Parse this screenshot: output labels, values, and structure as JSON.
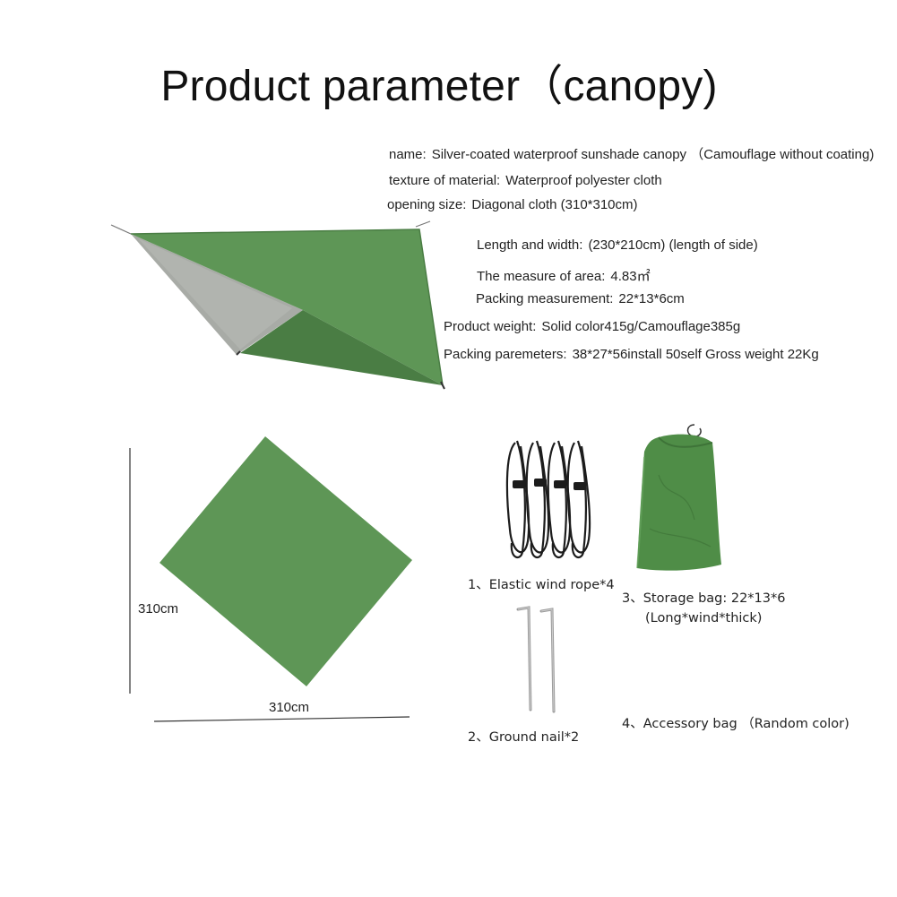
{
  "title": "Product parameter（canopy)",
  "specs": {
    "name": {
      "label": "name:",
      "value": "Silver-coated waterproof sunshade canopy （Camouflage without coating)"
    },
    "material": {
      "label": "texture of material:",
      "value": "Waterproof polyester cloth"
    },
    "opening": {
      "label": "opening size:",
      "value": "Diagonal cloth (310*310cm)"
    },
    "length": {
      "label": "Length and width:",
      "value": "(230*210cm) (length of side)"
    },
    "area": {
      "label": "The measure of area:",
      "value": "4.83㎡"
    },
    "packing": {
      "label": "Packing measurement:",
      "value": "22*13*6cm"
    },
    "weight": {
      "label": "Product weight:",
      "value": "Solid color415g/Camouflage385g"
    },
    "packparams": {
      "label": "Packing paremeters:",
      "value": "38*27*56install 50self  Gross weight 22Kg"
    }
  },
  "dimensions": {
    "height": "310cm",
    "width": "310cm"
  },
  "accessories": {
    "rope": {
      "text": "1、Elastic wind rope*4"
    },
    "nail": {
      "text": "2、Ground nail*2"
    },
    "bag": {
      "text": "3、Storage bag: 22*13*6",
      "sub": "(Long*wind*thick)"
    },
    "accbag": {
      "text": "4、Accessory bag （Random color)"
    }
  },
  "colors": {
    "canopy_green": "#5e9656",
    "canopy_green_dark": "#4a7d44",
    "silver": "#a8aba6",
    "rope": "#1c1c1c",
    "bag_green": "#4f8d47"
  }
}
